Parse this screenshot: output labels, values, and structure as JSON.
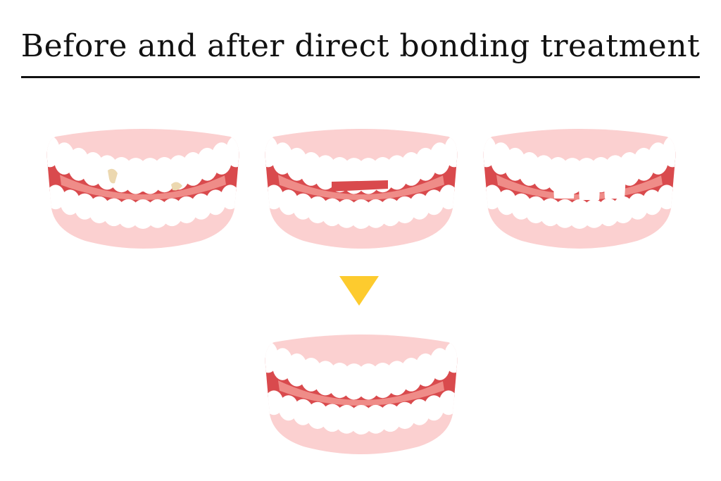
{
  "title": "Before and after direct bonding treatment",
  "colors": {
    "lip": "#fbd0d0",
    "gum": "#d94a4d",
    "gum_light": "#ef8c88",
    "tooth": "#ffffff",
    "stain": "#ecd8b0",
    "arrow": "#fdcb2e",
    "rule": "#111111"
  },
  "panels": [
    {
      "id": "before-1",
      "condition": "chipped-discolored-teeth",
      "icon": "mouth-icon"
    },
    {
      "id": "before-2",
      "condition": "uneven-front-teeth",
      "icon": "mouth-icon"
    },
    {
      "id": "before-3",
      "condition": "gapped-front-teeth",
      "icon": "mouth-icon"
    },
    {
      "id": "after",
      "condition": "restored-teeth",
      "icon": "mouth-icon"
    }
  ],
  "arrow_icon": "down-triangle-icon"
}
